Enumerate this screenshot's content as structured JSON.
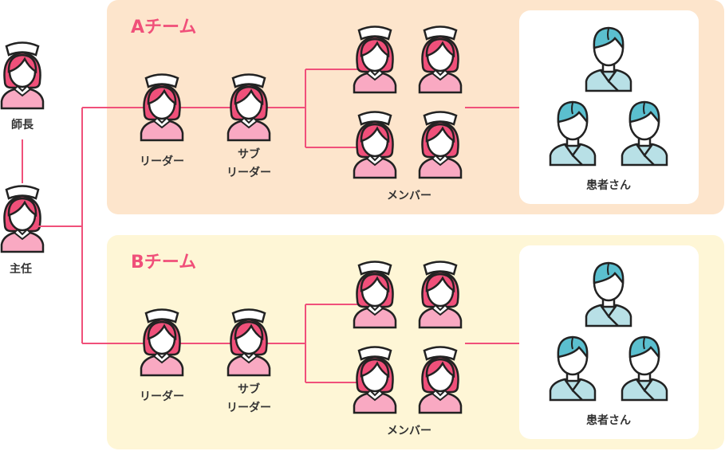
{
  "colors": {
    "accent": "#f0507a",
    "team_a_bg": "#fde5cc",
    "team_b_bg": "#fef6d6",
    "nurse_hair": "#f0507a",
    "nurse_body": "#f9a9c2",
    "patient_hair": "#5bbfcf",
    "patient_body": "#b8e0e6"
  },
  "head_nurse": {
    "label": "師長"
  },
  "chief": {
    "label": "主任"
  },
  "teams": [
    {
      "title": "Aチーム",
      "leader": "リーダー",
      "sub_leader_1": "サブ",
      "sub_leader_2": "リーダー",
      "members": "メンバー",
      "patients": "患者さん"
    },
    {
      "title": "Bチーム",
      "leader": "リーダー",
      "sub_leader_1": "サブ",
      "sub_leader_2": "リーダー",
      "members": "メンバー",
      "patients": "患者さん"
    }
  ]
}
